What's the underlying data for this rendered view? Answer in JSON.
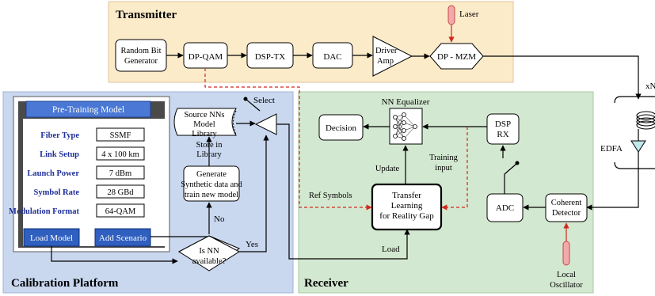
{
  "sections": {
    "transmitter": "Transmitter",
    "calibration": "Calibration Platform",
    "receiver": "Receiver"
  },
  "transmitter": {
    "laser": "Laser",
    "random_bit_line1": "Random Bit",
    "random_bit_line2": "Generator",
    "dp_qam": "DP-QAM",
    "dsp_tx": "DSP-TX",
    "dac": "DAC",
    "driver_line1": "Driver",
    "driver_line2": "Amp",
    "dp_mzm": "DP - MZM"
  },
  "link": {
    "span_label": "xN",
    "edfa": "EDFA"
  },
  "pretraining": {
    "title": "Pre-Training Model",
    "rows": [
      {
        "label": "Fiber Type",
        "value": "SSMF"
      },
      {
        "label": "Link Setup",
        "value": "4 x 100 km"
      },
      {
        "label": "Launch Power",
        "value": "7 dBm"
      },
      {
        "label": "Symbol Rate",
        "value": "28 GBd"
      },
      {
        "label": "Modulation Format",
        "value": "64-QAM"
      }
    ],
    "load_button": "Load Model",
    "add_button": "Add Scenario"
  },
  "calibration": {
    "library_line1": "Source NNs",
    "library_line2": "Model",
    "library_line3": "Library",
    "select": "Select",
    "store_line1": "Store in",
    "store_line2": "Library",
    "generate_line1": "Generate",
    "generate_line2": "Synthetic data and",
    "generate_line3": "train new model",
    "no": "No",
    "yes": "Yes",
    "decision_line1": "Is NN",
    "decision_line2": "available?"
  },
  "receiver": {
    "nn_equalizer": "NN Equalizer",
    "decision": "Decision",
    "dsp_line1": "DSP",
    "dsp_line2": "RX",
    "update": "Update",
    "training_line1": "Training",
    "training_line2": "input",
    "ref_symbols": "Ref Symbols",
    "transfer_line1": "Transfer",
    "transfer_line2": "Learning",
    "transfer_line3": "for Reality Gap",
    "load": "Load",
    "adc": "ADC",
    "coherent_line1": "Coherent",
    "coherent_line2": "Detector",
    "lo_line1": "Local",
    "lo_line2": "Oscillator"
  },
  "colors": {
    "transmitter_bg": "#fcebc9",
    "calibration_bg": "#c9d8ef",
    "receiver_bg": "#d3e8d0",
    "panel_title_bg": "#4a78d4",
    "button_bg": "#2f5fbf",
    "label_blue": "#1f2f9a",
    "dashed_red": "#d2281c",
    "laser_fill": "#f2a9a9"
  }
}
